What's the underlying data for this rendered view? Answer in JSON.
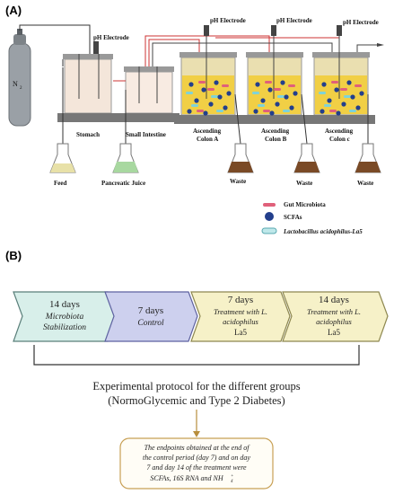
{
  "panelA": {
    "label": "(A)",
    "gas": "N",
    "gas_sub": "2",
    "ph_label": "pH Electrode",
    "vessels": [
      {
        "label": "Stomach"
      },
      {
        "label": "Small Intestine"
      },
      {
        "label_line1": "Ascending",
        "label_line2": "Colon A"
      },
      {
        "label_line1": "Ascending",
        "label_line2": "Colon B"
      },
      {
        "label_line1": "Ascending",
        "label_line2": "Colon c"
      }
    ],
    "flasks": [
      "Feed",
      "Pancreatic Juice",
      "Waste",
      "Waste",
      "Waste"
    ],
    "legend": [
      {
        "label": "Gut Microbiota",
        "color": "#e0607a"
      },
      {
        "label": "SCFAs",
        "color": "#233f8c"
      },
      {
        "label": "Lactobacillus acidophilus-La5",
        "color": "#7fd3d8"
      }
    ]
  },
  "panelB": {
    "label": "(B)",
    "steps": [
      {
        "line1": "14 days",
        "line2": "Microbiota",
        "line3": "Stabilization",
        "color": "#d8efea",
        "stroke": "#5a7f7a"
      },
      {
        "line1": "7 days",
        "line2": "Control",
        "line3": "",
        "color": "#cdd0ee",
        "stroke": "#5e62a0"
      },
      {
        "line1": "7 days",
        "line2": "Treatment with L.",
        "line3": "acidophilus",
        "line4": "La5",
        "color": "#f6f1c8",
        "stroke": "#8e8850"
      },
      {
        "line1": "14 days",
        "line2": "Treatment with L.",
        "line3": "acidophilus",
        "line4": "La5",
        "color": "#f6f1c8",
        "stroke": "#8e8850"
      }
    ],
    "protocol_line1": "Experimental protocol for the different groups",
    "protocol_line2": "(NormoGlycemic and Type 2 Diabetes)",
    "endpoints": [
      "The endpoints obtained at the end of",
      "the control period (day 7) and on day",
      "7 and day 14 of the treatment were",
      "SCFAs, 16S RNA and NH",
      "4",
      "+"
    ]
  }
}
